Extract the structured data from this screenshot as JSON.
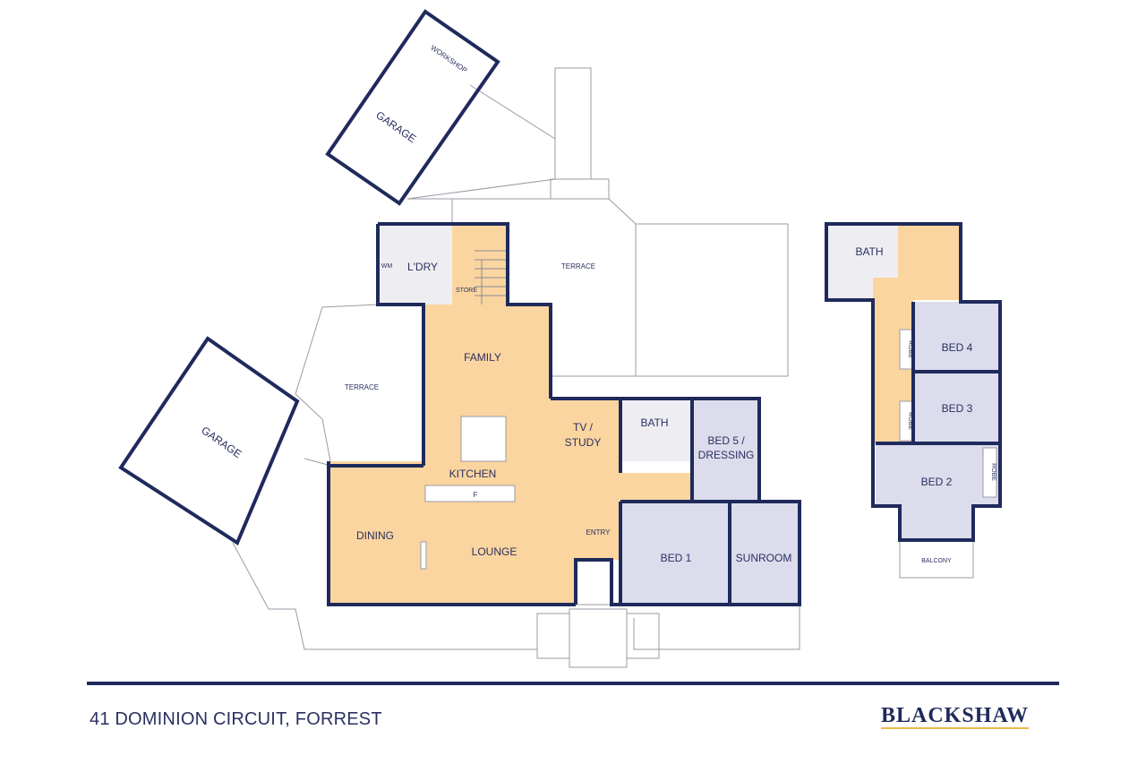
{
  "plan": {
    "rooms": {
      "workshop": "WORKSHOP",
      "garage_top": "GARAGE",
      "garage_left": "GARAGE",
      "terrace_top": "TERRACE",
      "terrace_left": "TERRACE",
      "laundry": "L'DRY",
      "wm": "WM",
      "store": "STORE",
      "family": "FAMILY",
      "kitchen": "KITCHEN",
      "fridge": "F",
      "tv_study_1": "TV /",
      "tv_study_2": "STUDY",
      "bath_ground": "BATH",
      "bed5_1": "BED 5 /",
      "bed5_2": "DRESSING",
      "dining": "DINING",
      "lounge": "LOUNGE",
      "entry": "ENTRY",
      "bed1": "BED 1",
      "sunroom": "SUNROOM",
      "bath_upper": "BATH",
      "bed4": "BED 4",
      "bed3": "BED 3",
      "bed2": "BED 2",
      "robe4": "ROBE",
      "robe3": "ROBE",
      "robe2": "ROBE",
      "balcony": "BALCONY"
    },
    "colors": {
      "wall": "#1f2a5c",
      "living": "#fbd5a0",
      "bedroom": "#dcdcec"
    }
  },
  "footer": {
    "address": "41 DOMINION CIRCUIT, FORREST",
    "brand": "BLACKSHAW"
  }
}
